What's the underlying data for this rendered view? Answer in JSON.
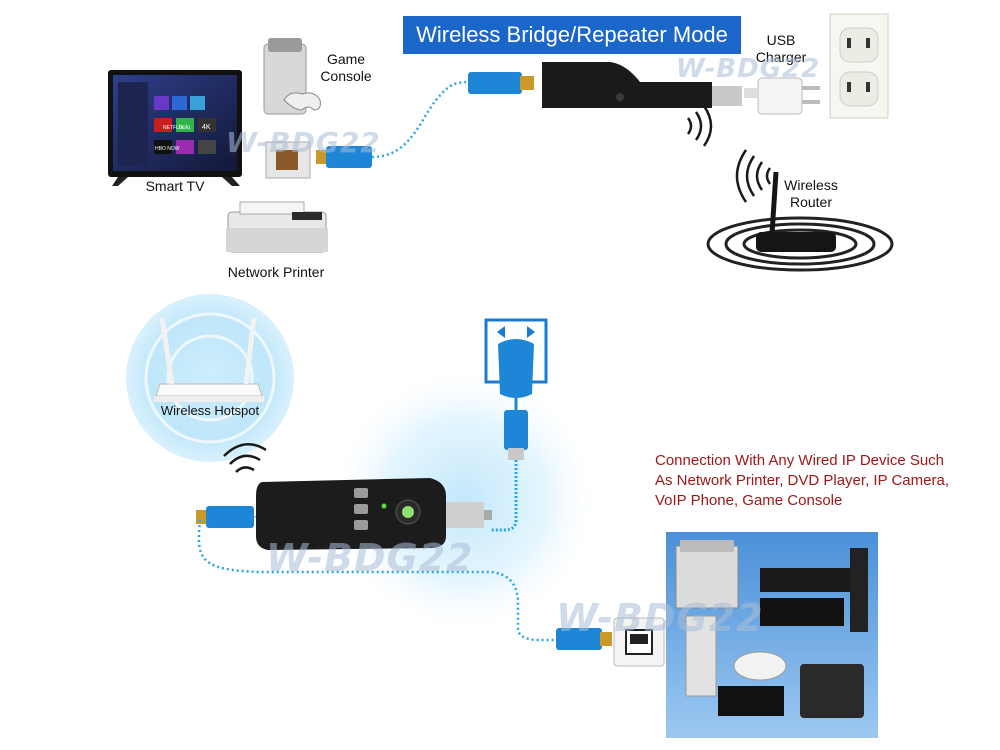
{
  "title": "Wireless Bridge/Repeater Mode",
  "labels": {
    "smart_tv": "Smart TV",
    "game_console": "Game\nConsole",
    "network_printer": "Network Printer",
    "usb_charger": "USB\nCharger",
    "wireless_router": "Wireless\nRouter",
    "wireless_hotspot": "Wireless Hotspot"
  },
  "connection_text": "Connection With Any Wired IP Device Such As Network Printer, DVD Player, IP Camera, VoIP Phone, Game Console",
  "watermark": "W-BDG22",
  "tv_screen_tiles": [
    "NETFLIX",
    "hulu",
    "4K",
    "HBO NOW"
  ],
  "colors": {
    "banner": "#1b66c9",
    "cable": "#2aa6e6",
    "connection_text": "#a01818"
  }
}
